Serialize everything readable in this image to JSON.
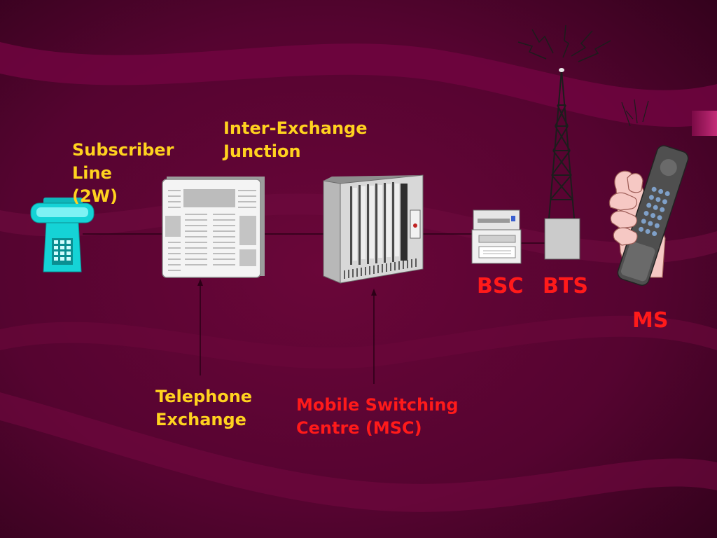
{
  "labels": {
    "subscriber_line": [
      "Subscriber",
      "Line",
      "(2W)"
    ],
    "inter_exchange": [
      "Inter-Exchange",
      "Junction"
    ],
    "telephone_exchange": [
      "Telephone",
      "Exchange"
    ],
    "msc": [
      "Mobile Switching",
      "Centre (MSC)"
    ],
    "bsc": "BSC",
    "bts": "BTS",
    "ms": "MS"
  },
  "colors": {
    "background": "#5e0532",
    "background_dark": "#3a0220",
    "wave": "#74063f",
    "label_yellow": "#ffd21f",
    "label_red": "#ff1a1a",
    "phone_cyan": "#15d3d6",
    "equipment_gray": "#c9c9c9"
  },
  "icons": [
    "telephone-icon",
    "telephone-exchange-icon",
    "msc-rack-icon",
    "bsc-printer-icon",
    "bts-tower-icon",
    "mobile-phone-hand-icon"
  ]
}
